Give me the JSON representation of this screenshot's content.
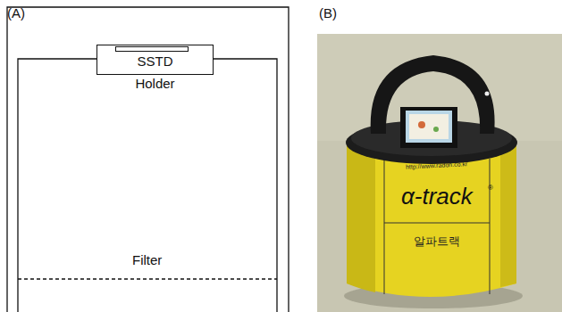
{
  "diagram": {
    "nodes": [
      {
        "text": [
          "SSTD",
          "Holder"
        ]
      }
    ],
    "labels": [
      "(A)",
      "(B)",
      "Filter",
      "http://www.radon.co.kr",
      "α-track",
      "®",
      "알파트랙"
    ]
  }
}
